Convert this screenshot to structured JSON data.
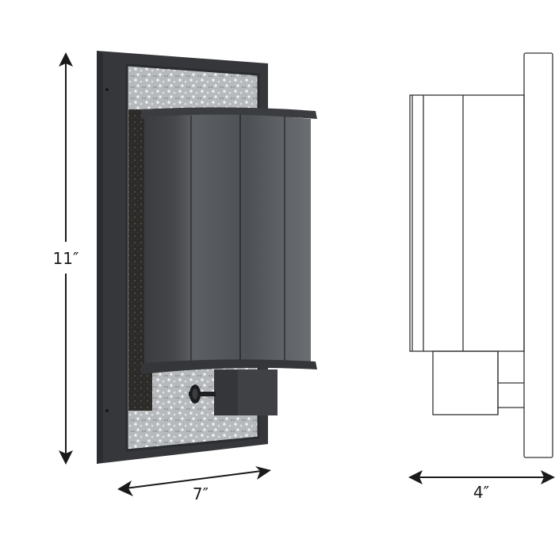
{
  "figure": {
    "type": "product-dimension-diagram",
    "subject": "wall sconce with seeded glass backplate and metal shade"
  },
  "dimensions": {
    "height": {
      "label": "11″",
      "value": 11,
      "unit": "in"
    },
    "width": {
      "label": "7″",
      "value": 7,
      "unit": "in"
    },
    "depth": {
      "label": "4″",
      "value": 4,
      "unit": "in"
    }
  },
  "views": {
    "front": {
      "name": "front-perspective-view"
    },
    "side": {
      "name": "side-profile-view"
    }
  },
  "colors": {
    "background": "#ffffff",
    "frame": "#35373a",
    "frame_highlight": "#4a4c50",
    "glass": "#b9bcbe",
    "glass_speckle": "#eef0f1",
    "shade_dark": "#3c3e41",
    "shade_mid": "#55585c",
    "shade_light": "#6a6d71",
    "line_art": "#333333",
    "arrow": "#1a1a1a"
  }
}
